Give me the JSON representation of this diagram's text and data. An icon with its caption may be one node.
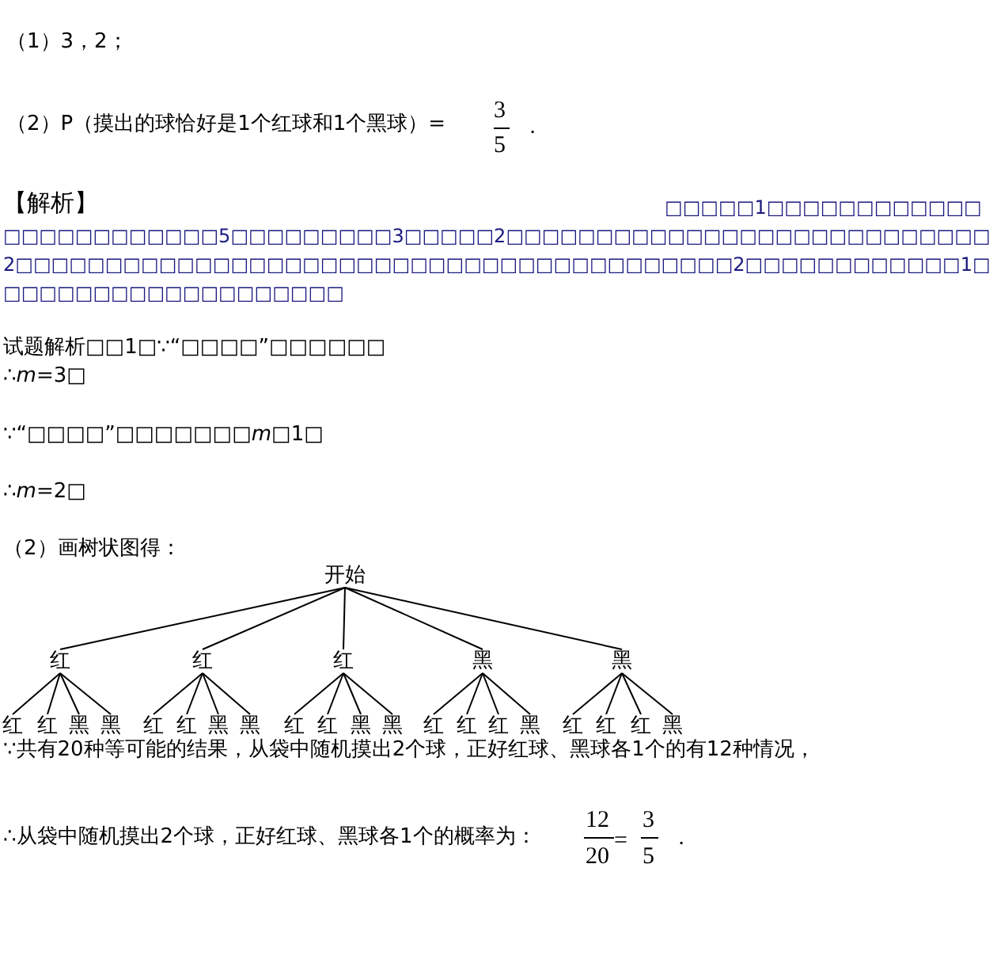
{
  "diagram": {
    "nodes": [
      {
        "text": [
          "开始"
        ]
      },
      {
        "text": [
          "红"
        ]
      },
      {
        "text": [
          "红"
        ]
      },
      {
        "text": [
          "红"
        ]
      },
      {
        "text": [
          "黑"
        ]
      },
      {
        "text": [
          "黑"
        ]
      },
      {
        "text": [
          "红"
        ]
      },
      {
        "text": [
          "红"
        ]
      },
      {
        "text": [
          "黑"
        ]
      },
      {
        "text": [
          "黑"
        ]
      },
      {
        "text": [
          "红"
        ]
      },
      {
        "text": [
          "红"
        ]
      },
      {
        "text": [
          "黑"
        ]
      },
      {
        "text": [
          "黑"
        ]
      },
      {
        "text": [
          "红"
        ]
      },
      {
        "text": [
          "红"
        ]
      },
      {
        "text": [
          "黑"
        ]
      },
      {
        "text": [
          "黑"
        ]
      },
      {
        "text": [
          "红"
        ]
      },
      {
        "text": [
          "红"
        ]
      },
      {
        "text": [
          "红"
        ]
      },
      {
        "text": [
          "黑"
        ]
      },
      {
        "text": [
          "红"
        ]
      },
      {
        "text": [
          "红"
        ]
      },
      {
        "text": [
          "红"
        ]
      },
      {
        "text": [
          "黑"
        ]
      }
    ],
    "edges": [
      {
        "from": 0,
        "to": 1,
        "arrow": "none"
      },
      {
        "from": 0,
        "to": 2,
        "arrow": "none"
      },
      {
        "from": 0,
        "to": 3,
        "arrow": "none"
      },
      {
        "from": 0,
        "to": 4,
        "arrow": "none"
      },
      {
        "from": 0,
        "to": 5,
        "arrow": "none"
      },
      {
        "from": 1,
        "to": 6,
        "arrow": "none"
      },
      {
        "from": 1,
        "to": 7,
        "arrow": "none"
      },
      {
        "from": 1,
        "to": 8,
        "arrow": "none"
      },
      {
        "from": 1,
        "to": 9,
        "arrow": "none"
      },
      {
        "from": 2,
        "to": 10,
        "arrow": "none"
      },
      {
        "from": 2,
        "to": 11,
        "arrow": "none"
      },
      {
        "from": 2,
        "to": 12,
        "arrow": "none"
      },
      {
        "from": 2,
        "to": 13,
        "arrow": "none"
      },
      {
        "from": 3,
        "to": 14,
        "arrow": "none"
      },
      {
        "from": 3,
        "to": 15,
        "arrow": "none"
      },
      {
        "from": 3,
        "to": 16,
        "arrow": "none"
      },
      {
        "from": 3,
        "to": 17,
        "arrow": "none"
      },
      {
        "from": 4,
        "to": 18,
        "arrow": "none"
      },
      {
        "from": 4,
        "to": 19,
        "arrow": "none"
      },
      {
        "from": 4,
        "to": 20,
        "arrow": "none"
      },
      {
        "from": 4,
        "to": 21,
        "arrow": "none"
      },
      {
        "from": 5,
        "to": 22,
        "arrow": "none"
      },
      {
        "from": 5,
        "to": 23,
        "arrow": "none"
      },
      {
        "from": 5,
        "to": 24,
        "arrow": "none"
      },
      {
        "from": 5,
        "to": 25,
        "arrow": "none"
      }
    ],
    "labels": [
      "（1）3，2；",
      "（2）P（摸出的球恰好是1个红球和1个黑球）=",
      "3",
      "5",
      "．",
      "【解析】",
      "□□□□□1□□□□□□□□□□□□□□□□□□□□□□□□5□□□□□□□□□3□□□□□2□□□□□□□□□□□□□□□□□□□□□□□□□□□2□□□□□□□□□□□□□□□□□□□□□□□□□□□□□□□□□□□□□□□□2□□□□□□□□□□□□1□□□□□□□□□□□□□□□□□□□□",
      "试题解析□□1□∵“□□□□”□□□□□□",
      "∴*m*=3□",
      "∵“□□□□”□□□□□□□*m*□1□",
      "∴*m*=2□",
      "（2）画树状图得：",
      "∵共有20种等可能的结果，从袋中随机摸出2个球，正好红球、黑球各1个的有12种情况，",
      "∴从袋中随机摸出2个球，正好红球、黑球各1个的概率为：",
      "12",
      "20",
      "=",
      "3",
      "5",
      "．"
    ]
  }
}
